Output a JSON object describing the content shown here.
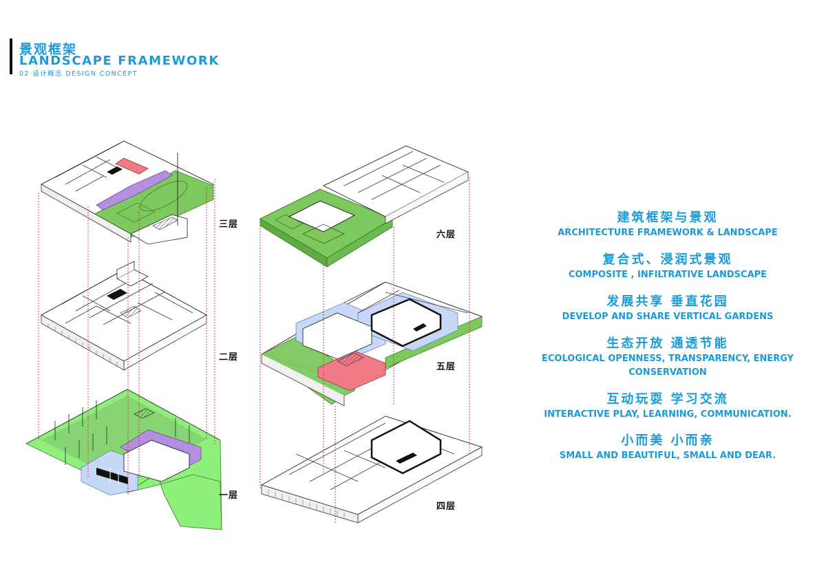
{
  "header": {
    "title_cn": "景观框架",
    "title_en": "LANDSCAPE FRAMEWORK",
    "subtitle": "02·设计概念 DESIGN CONCEPT"
  },
  "floors": {
    "f3": "三层",
    "f2": "二层",
    "f1": "一层",
    "f6": "六层",
    "f5": "五层",
    "f4": "四层"
  },
  "concepts": [
    {
      "cn": "建筑框架与景观",
      "en": "ARCHITECTURE FRAMEWORK & LANDSCAPE"
    },
    {
      "cn": "复合式、浸润式景观",
      "en": "COMPOSITE , INFILTRATIVE LANDSCAPE"
    },
    {
      "cn": "发展共享  垂直花园",
      "en": "DEVELOP AND SHARE VERTICAL GARDENS"
    },
    {
      "cn": "生态开放  通透节能",
      "en": "ECOLOGICAL OPENNESS, TRANSPARENCY, ENERGY CONSERVATION"
    },
    {
      "cn": "互动玩耍  学习交流",
      "en": "INTERACTIVE PLAY, LEARNING, COMMUNICATION."
    },
    {
      "cn": "小而美  小而亲",
      "en": "SMALL AND BEAUTIFUL, SMALL AND DEAR."
    }
  ],
  "colors": {
    "accent": "#1a9ad9",
    "green": "#7dc95e",
    "bright_green": "#8ef07a",
    "purple": "#b48fe0",
    "pink": "#f07a86",
    "blue": "#c6d8f5"
  }
}
